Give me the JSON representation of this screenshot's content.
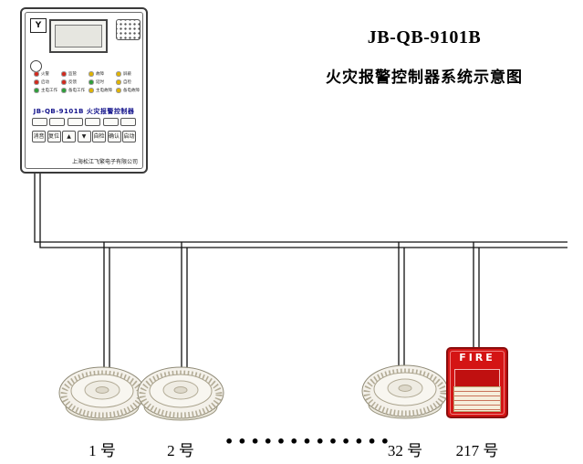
{
  "diagram_title": {
    "model": "JB-QB-9101B",
    "name": "火灾报警控制器系统示意图"
  },
  "panel": {
    "logo_text": "Y",
    "model_label": "JB-QB-9101B 火灾报警控制器",
    "company": "上海松江飞繁电子有限公司",
    "indicators": [
      "火警",
      "监管",
      "故障",
      "屏蔽",
      "启动",
      "反馈",
      "延时",
      "自检",
      "主电工作",
      "备电工作",
      "主电故障",
      "备电故障"
    ],
    "keys": [
      "消音",
      "复位",
      "▲",
      "▼",
      "自检",
      "确认",
      "启动"
    ]
  },
  "devices": {
    "detectors": [
      {
        "label": "1 号"
      },
      {
        "label": "2 号"
      },
      {
        "label": "32 号"
      }
    ],
    "ellipsis": "•••••••••••••",
    "call_point": {
      "label": "217 号",
      "face_text": "FIRE"
    }
  },
  "colors": {
    "call_point_red": "#d41414",
    "wire": "#111111"
  }
}
